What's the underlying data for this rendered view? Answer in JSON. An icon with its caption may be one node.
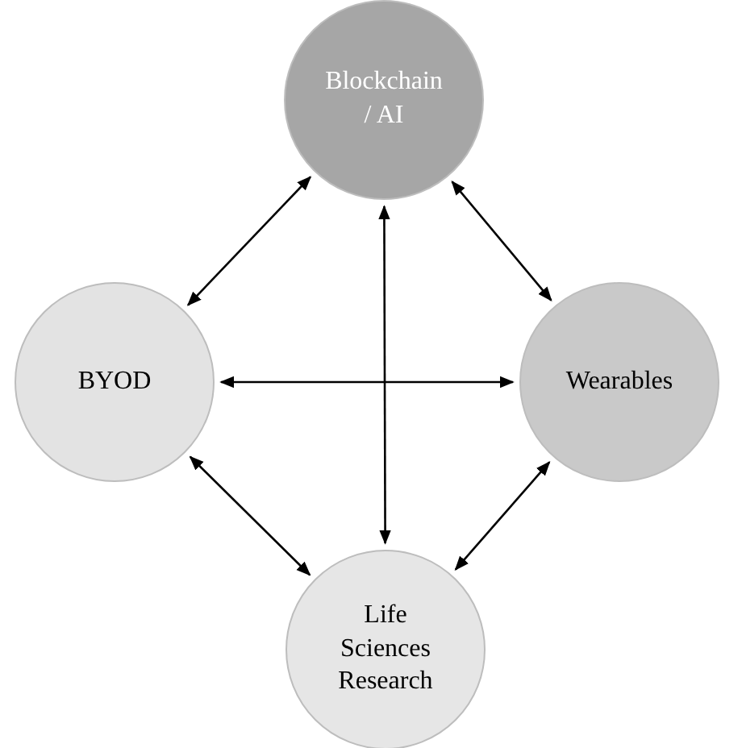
{
  "diagram": {
    "nodes": [
      {
        "text": [
          "Blockchain / AI"
        ]
      },
      {
        "text": [
          "BYOD"
        ]
      },
      {
        "text": [
          "Wearables"
        ]
      },
      {
        "text": [
          "Life Sciences Research"
        ]
      }
    ],
    "edges": [
      {
        "from": 1,
        "to": 0,
        "arrow": "both"
      },
      {
        "from": 0,
        "to": 2,
        "arrow": "both"
      },
      {
        "from": 1,
        "to": 2,
        "arrow": "both"
      },
      {
        "from": 0,
        "to": 3,
        "arrow": "both"
      },
      {
        "from": 1,
        "to": 3,
        "arrow": "both"
      },
      {
        "from": 2,
        "to": 3,
        "arrow": "both"
      }
    ]
  }
}
